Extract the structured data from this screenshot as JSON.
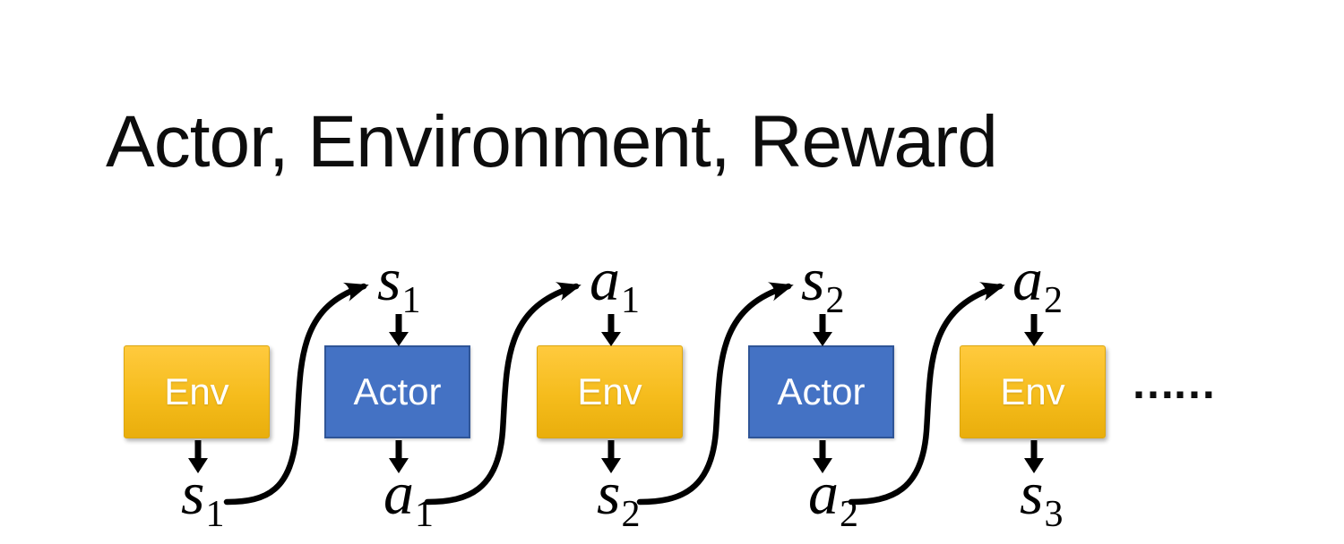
{
  "title": "Actor, Environment, Reward",
  "diagram": {
    "boxes": [
      {
        "label": "Env",
        "type": "env"
      },
      {
        "label": "Actor",
        "type": "actor"
      },
      {
        "label": "Env",
        "type": "env"
      },
      {
        "label": "Actor",
        "type": "actor"
      },
      {
        "label": "Env",
        "type": "env"
      }
    ],
    "top_labels": [
      {
        "base": "s",
        "sub": "1"
      },
      {
        "base": "a",
        "sub": "1"
      },
      {
        "base": "s",
        "sub": "2"
      },
      {
        "base": "a",
        "sub": "2"
      }
    ],
    "bottom_labels": [
      {
        "base": "s",
        "sub": "1"
      },
      {
        "base": "a",
        "sub": "1"
      },
      {
        "base": "s",
        "sub": "2"
      },
      {
        "base": "a",
        "sub": "2"
      },
      {
        "base": "s",
        "sub": "3"
      }
    ],
    "ellipsis": "……"
  },
  "colors": {
    "title-text": "#0d0d0d",
    "env-top": "#FFCA3E",
    "env-bottom": "#E9AE0C",
    "env-border": "#DCA60F",
    "actor-fill": "#4472C4",
    "actor-border": "#2F5597",
    "box-text": "#FFFFFF",
    "arrow": "#000000"
  }
}
